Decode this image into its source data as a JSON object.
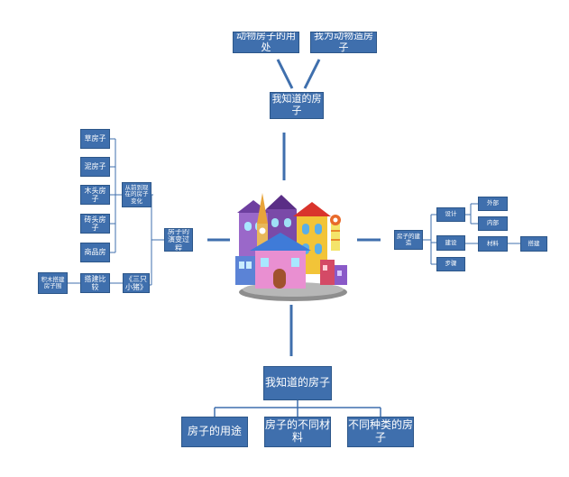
{
  "colors": {
    "node_fill": "#3f6fad",
    "node_text": "#ffffff",
    "connector": "#3f6fad"
  },
  "center_icon": "house-cluster-icon",
  "top": {
    "main": "我知道的房子",
    "children": [
      "动物房子的用处",
      "我为动物造房子"
    ]
  },
  "left": {
    "main": "房子的演变过程",
    "group": "从前到现在的房子变化",
    "items": [
      "草房子",
      "泥房子",
      "木头房子",
      "砖头房子",
      "商品房"
    ],
    "story": "《三只小猪》",
    "compare": "搭建比较",
    "leaf": "积木搭建房子围"
  },
  "right": {
    "main": "房子的建造",
    "children": [
      "设计",
      "建设",
      "步骤"
    ],
    "design": [
      "外部",
      "内部"
    ],
    "material": "材料",
    "build": "搭建"
  },
  "bottom": {
    "main": "我知道的房子",
    "children": [
      "房子的用途",
      "房子的不同材料",
      "不同种类的房子"
    ]
  }
}
